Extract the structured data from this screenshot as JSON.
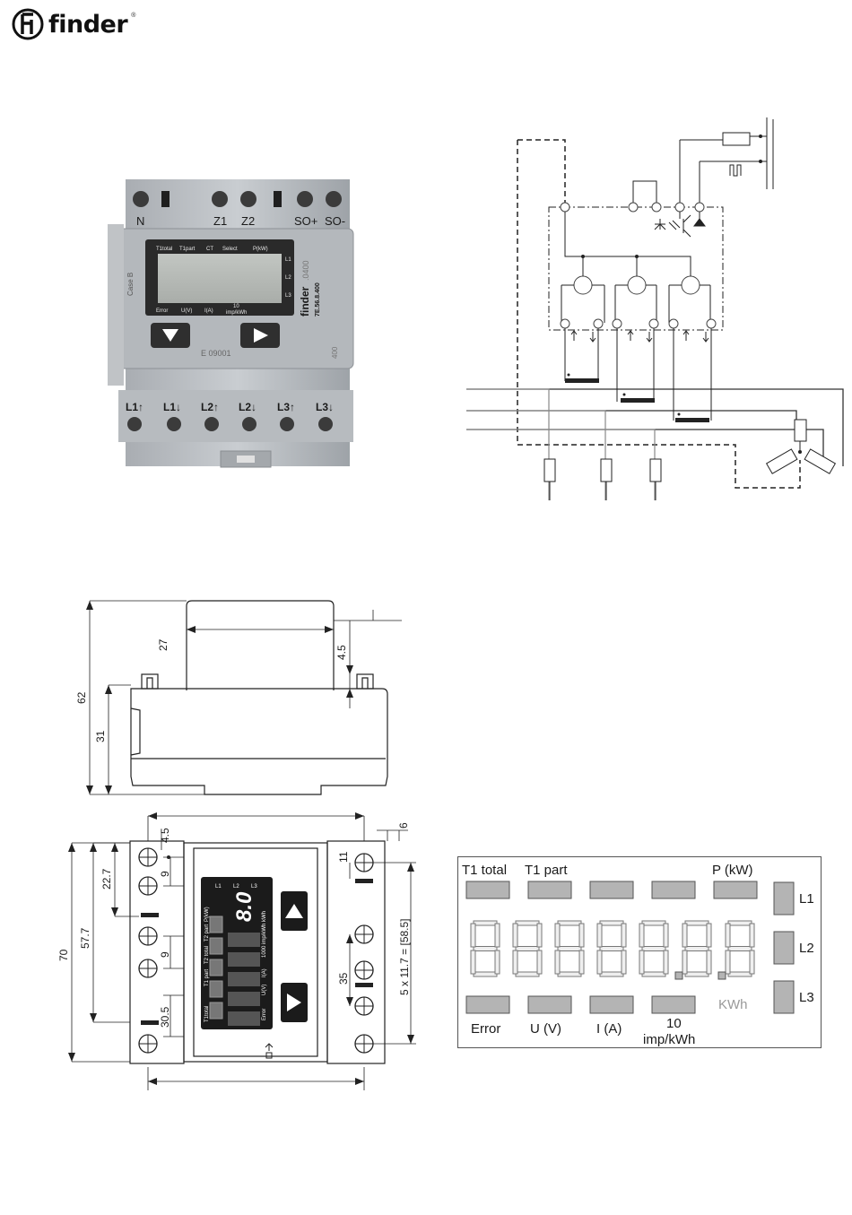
{
  "brand": {
    "name": "finder",
    "trademark": "®"
  },
  "photo": {
    "top_terminals": [
      "N",
      "Z1",
      "Z2",
      "SO+",
      "SO-"
    ],
    "bottom_terminals": [
      "L1↑",
      "L1↓",
      "L2↑",
      "L2↓",
      "L3↑",
      "L3↓"
    ],
    "lcd_top_labels": [
      "T1total",
      "T1part",
      "CT",
      "Select",
      "P(kW)"
    ],
    "lcd_bottom_labels": [
      "Error",
      "U(V)",
      "I(A)",
      "10",
      "imp/kWh"
    ],
    "lcd_phase_labels": [
      "L1",
      "L2",
      "L3"
    ],
    "side_label": "Case B",
    "model_code": "7E.56.8.400",
    "model_suffix": ".0400",
    "front_code": "E 09001",
    "side_code": "400"
  },
  "dimensions_side": {
    "height_total": "62",
    "height_body": "31",
    "height_top": "27",
    "clip_height": "4.5"
  },
  "dimensions_front": {
    "height_total": "70",
    "dim_57_7": "57.7",
    "dim_22_7": "22.7",
    "dim_9_top": "9",
    "dim_9_mid": "9",
    "dim_30_5": "30.5",
    "dim_4_5": "4.5",
    "dim_6": "6",
    "dim_11": "11",
    "dim_35": "35",
    "pitch": "5 x 11.7 = [58.5]"
  },
  "front_lcd": {
    "top_labels": [
      "T1total",
      "T1 part",
      "T2 total",
      "T2 part",
      "P(kW)"
    ],
    "phase_labels": [
      "L1",
      "L2",
      "L3"
    ],
    "side_labels": [
      "kWh",
      "1000 imp/kWh",
      "I(A)",
      "U(V)",
      "Error"
    ],
    "digits": "8.0"
  },
  "lcd_legend": {
    "top_labels": [
      "T1 total",
      "T1 part",
      "P (kW)"
    ],
    "bottom_labels": [
      "Error",
      "U (V)",
      "I (A)"
    ],
    "imp_value": "10",
    "imp_unit": "imp/kWh",
    "unit": "KWh",
    "phase_labels": [
      "L1",
      "L2",
      "L3"
    ],
    "colors": {
      "indicator": "#b4b4b4",
      "segment": "#efefef",
      "border": "#555555",
      "kwh_text": "#999999"
    }
  }
}
